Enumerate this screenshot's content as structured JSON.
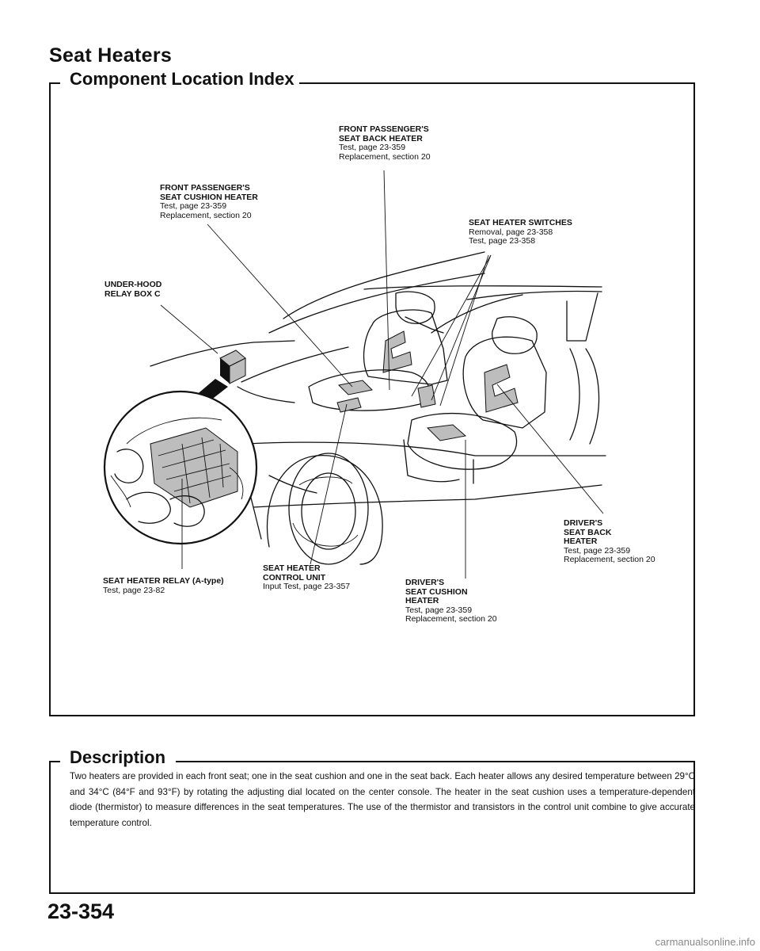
{
  "page_title": "Seat Heaters",
  "section1_title": "Component Location Index",
  "labels": {
    "front_pass_back": {
      "title1": "FRONT PASSENGER'S",
      "title2": "SEAT BACK HEATER",
      "line1": "Test, page 23-359",
      "line2": "Replacement, section 20"
    },
    "front_pass_cushion": {
      "title1": "FRONT PASSENGER'S",
      "title2": "SEAT CUSHION HEATER",
      "line1": "Test, page 23-359",
      "line2": "Replacement, section 20"
    },
    "switches": {
      "title1": "SEAT HEATER SWITCHES",
      "line1": "Removal, page 23-358",
      "line2": "Test, page 23-358"
    },
    "underhood": {
      "title1": "UNDER-HOOD",
      "title2": "RELAY BOX C"
    },
    "drivers_back": {
      "title1": "DRIVER'S",
      "title2": "SEAT BACK",
      "title3": "HEATER",
      "line1": "Test, page 23-359",
      "line2": "Replacement, section 20"
    },
    "control_unit": {
      "title1": "SEAT HEATER",
      "title2": "CONTROL UNIT",
      "line1": "Input Test, page 23-357"
    },
    "relay": {
      "title1": "SEAT HEATER RELAY",
      "type": "(A-type)",
      "line1": "Test, page 23-82"
    },
    "drivers_cushion": {
      "title1": "DRIVER'S",
      "title2": "SEAT CUSHION",
      "title3": "HEATER",
      "line1": "Test, page 23-359",
      "line2": "Replacement, section 20"
    }
  },
  "section2_title": "Description",
  "description": "Two heaters are provided in each front seat; one in the seat cushion and one in the seat back. Each heater allows any desired temperature between 29°C and 34°C (84°F and 93°F) by rotating the adjusting dial located on the center console. The heater in the seat cushion uses a temperature-dependent diode (thermistor) to measure differences in the seat temperatures. The use of the thermistor and transistors in the control unit combine to give accurate temperature control.",
  "page_number": "23-354",
  "footer": "carmanualsonline.info"
}
